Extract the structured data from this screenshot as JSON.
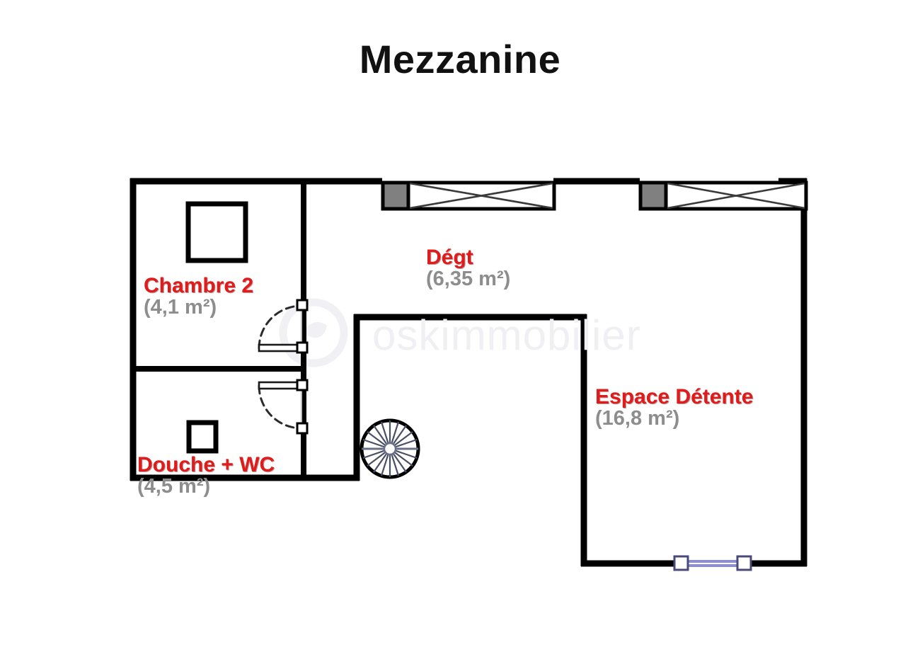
{
  "title": "Mezzanine",
  "watermark": {
    "text": "oskimmobilier",
    "logo_icon": "circle-leaf-logo-icon"
  },
  "rooms": [
    {
      "id": "chambre2",
      "name": "Chambre 2",
      "area": "(4,1 m²)",
      "area_value": 4.1,
      "unit": "m²"
    },
    {
      "id": "douche",
      "name": "Douche + WC",
      "area": "(4,5 m²)",
      "area_value": 4.5,
      "unit": "m²"
    },
    {
      "id": "degt",
      "name": "Dégt",
      "area": "(6,35 m²)",
      "area_value": 6.35,
      "unit": "m²"
    },
    {
      "id": "espace",
      "name": "Espace Détente",
      "area": "(16,8 m²)",
      "area_value": 16.8,
      "unit": "m²"
    }
  ],
  "fixtures": [
    {
      "id": "bed",
      "room": "chambre2",
      "icon": "bed-square-icon"
    },
    {
      "id": "shower",
      "room": "douche",
      "icon": "shower-square-icon"
    },
    {
      "id": "spiral-staircase",
      "room": "degt",
      "icon": "spiral-staircase-icon"
    }
  ],
  "openings": [
    {
      "id": "door-chambre2",
      "type": "door",
      "icon": "door-swing-icon"
    },
    {
      "id": "door-douche",
      "type": "door",
      "icon": "door-swing-icon"
    },
    {
      "id": "window-top-1",
      "type": "window",
      "icon": "roof-window-icon"
    },
    {
      "id": "window-top-2",
      "type": "window",
      "icon": "roof-window-icon"
    },
    {
      "id": "window-bottom",
      "type": "window",
      "icon": "sliding-window-icon"
    }
  ],
  "colors": {
    "wall": "#000000",
    "room_name": "#e01b1b",
    "room_area": "#8d8d8d",
    "title": "#111111",
    "window_block": "#808080",
    "window_glass": "#8c8cd9",
    "background": "#ffffff"
  }
}
